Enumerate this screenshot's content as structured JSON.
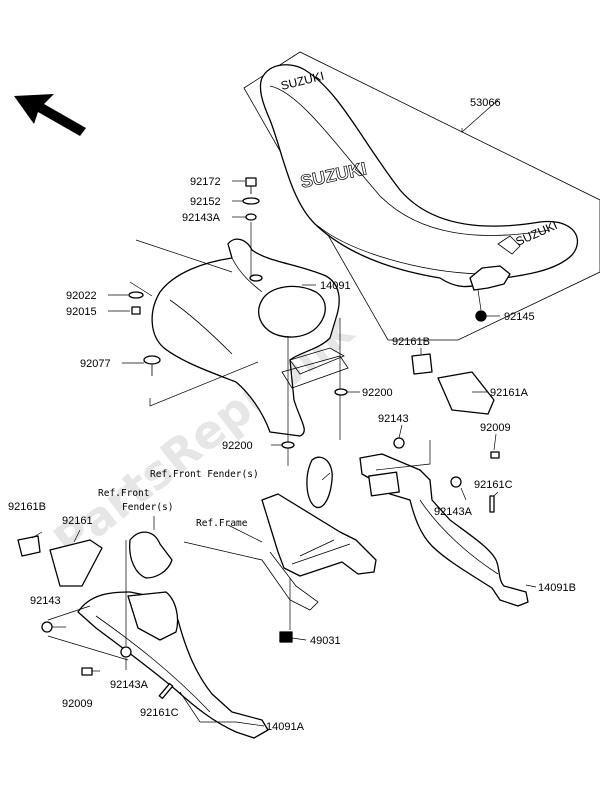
{
  "watermark": "PartsRepublik",
  "seat_text": "SUZUKI",
  "parts": {
    "p53066": "53066",
    "p92172": "92172",
    "p92152": "92152",
    "p92143A_top": "92143A",
    "p14091": "14091",
    "p92022": "92022",
    "p92015": "92015",
    "p92145": "92145",
    "p92077": "92077",
    "p92161B_right": "92161B",
    "p92200_a": "92200",
    "p92161A": "92161A",
    "p92143_right": "92143",
    "p92009_right": "92009",
    "p92200_b": "92200",
    "p92161C_right": "92161C",
    "p92143A_right": "92143A",
    "p14091B": "14091B",
    "p92161B_left": "92161B",
    "p92161": "92161",
    "p92143_left": "92143",
    "p92143A_left": "92143A",
    "p92009_left": "92009",
    "p92161C_left": "92161C",
    "p14091A": "14091A",
    "p49031": "49031"
  },
  "references": {
    "front_fender_right": "Ref.Front Fender(s)",
    "front_fender_left_1": "Ref.Front",
    "front_fender_left_2": "Fender(s)",
    "frame": "Ref.Frame"
  }
}
